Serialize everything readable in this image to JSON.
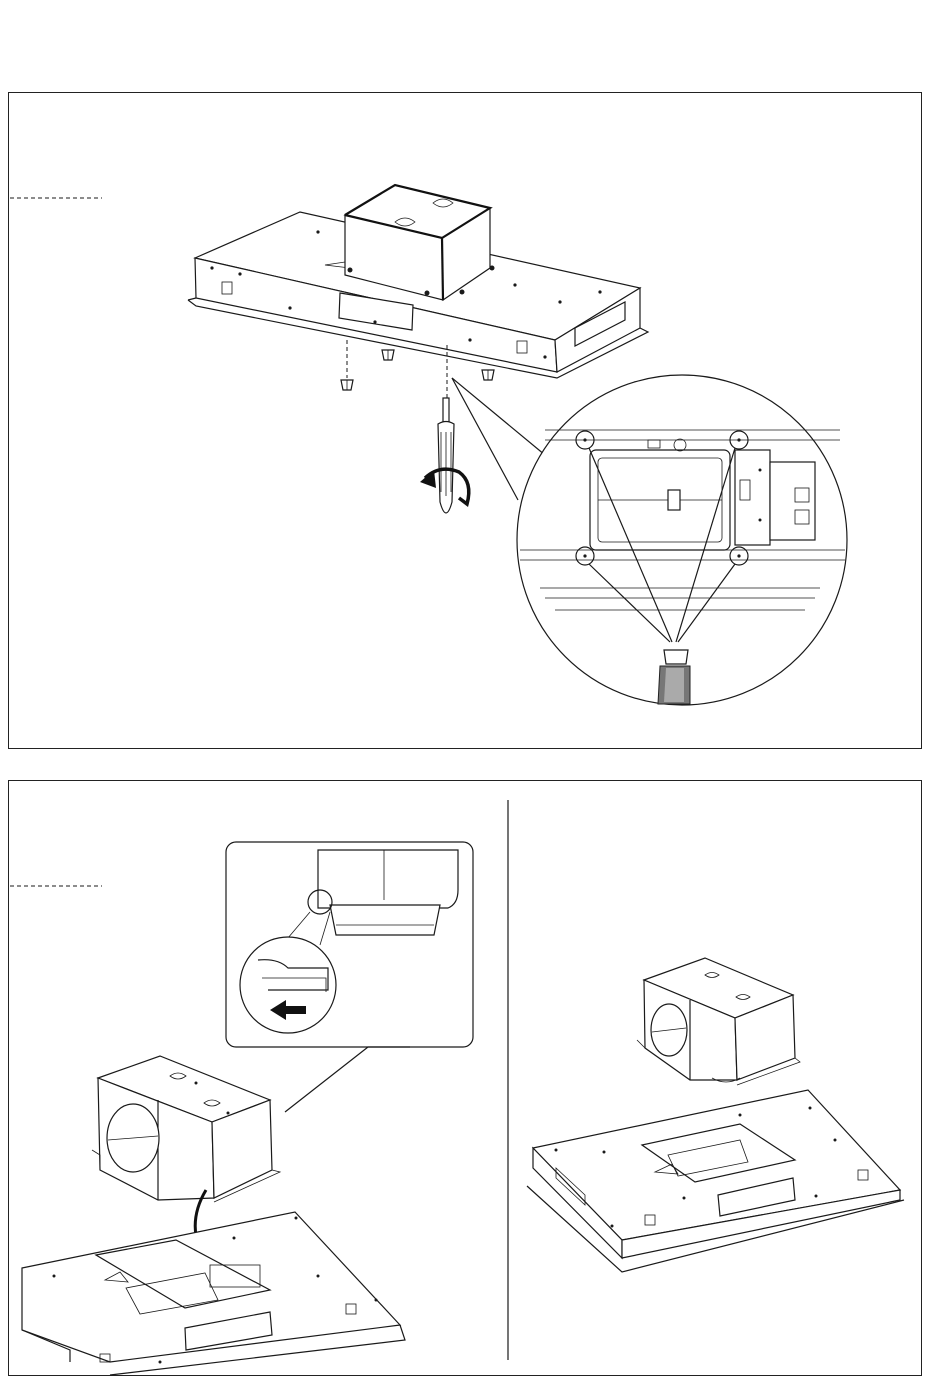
{
  "page": {
    "background": "#ffffff",
    "line_color": "#1a1a1a"
  },
  "panels": [
    {
      "id": "top",
      "figures": [
        "hood-with-motor-box",
        "screwdriver",
        "magnified-motor-mount-detail"
      ]
    },
    {
      "id": "bottom-left",
      "figures": [
        "motor-box-lifted-with-cable",
        "magnified-clip-release-detail"
      ]
    },
    {
      "id": "bottom-right",
      "figures": [
        "motor-box-separated-from-hood"
      ]
    }
  ],
  "icons": [
    "screwdriver-icon",
    "rotate-arrow-icon",
    "push-arrow-icon"
  ]
}
